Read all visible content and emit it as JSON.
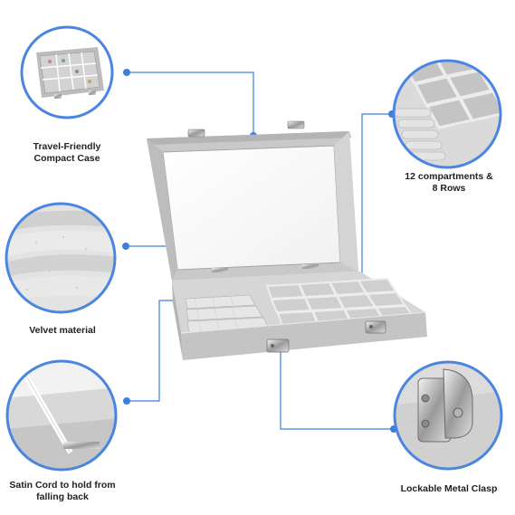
{
  "features": [
    {
      "id": "compact",
      "lines": [
        "Travel-Friendly",
        "Compact Case"
      ],
      "icon": "jewelry-case-thumbnail"
    },
    {
      "id": "compartments",
      "lines": [
        "12 compartments &",
        "8 Rows"
      ],
      "icon": "compartments-closeup"
    },
    {
      "id": "velvet",
      "lines": [
        "Velvet material"
      ],
      "icon": "velvet-closeup"
    },
    {
      "id": "cord",
      "lines": [
        "Satin Cord to hold from",
        "falling back"
      ],
      "icon": "satin-cord-closeup"
    },
    {
      "id": "clasp",
      "lines": [
        "Lockable Metal Clasp"
      ],
      "icon": "metal-clasp-closeup"
    }
  ],
  "colors": {
    "accent": "#3d7fdc",
    "ring": "#4a86e0",
    "velvet_light": "#dcdcdc",
    "velvet_mid": "#c8c8c8",
    "velvet_dark": "#a9a9a9"
  }
}
